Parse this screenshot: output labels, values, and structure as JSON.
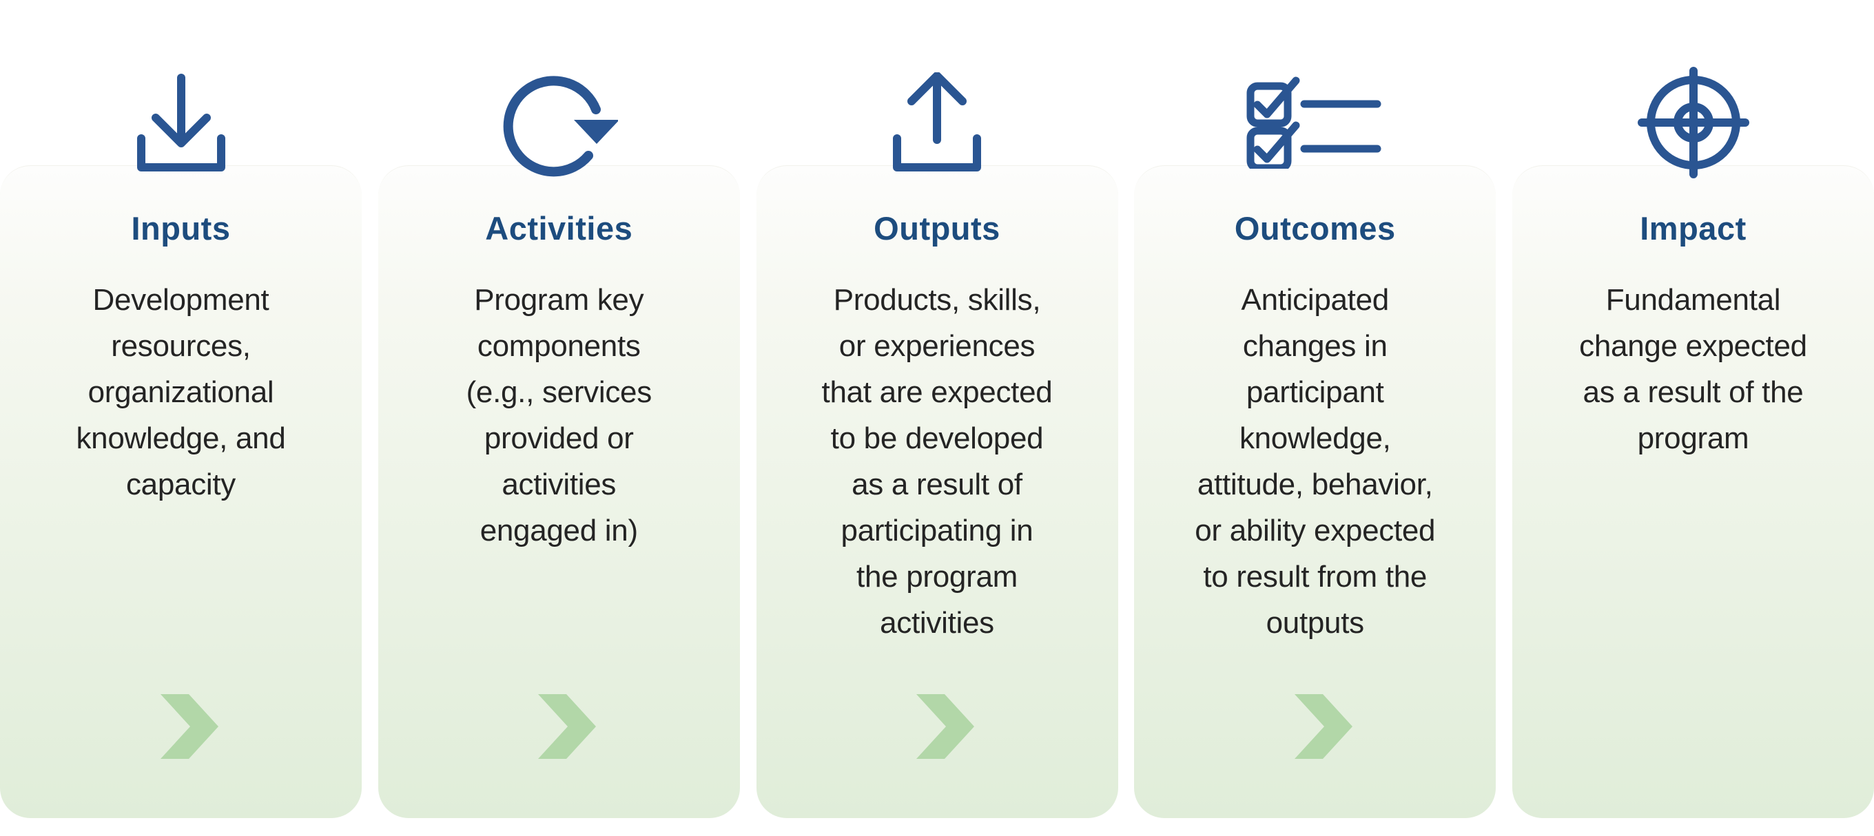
{
  "colors": {
    "icon_blue": "#2a5592",
    "title_blue": "#1d4c7e",
    "body_text": "#242424",
    "chevron_green": "#b2d7a8",
    "card_gradient_top": "#fdfdfc",
    "card_gradient_bottom": "#e0edd9",
    "background": "#ffffff"
  },
  "columns": [
    {
      "title": "Inputs",
      "icon": "download-icon",
      "lines": [
        "Development",
        "resources,",
        "organizational",
        "knowledge, and",
        "capacity"
      ],
      "has_chevron": true
    },
    {
      "title": "Activities",
      "icon": "refresh-clockwise-icon",
      "lines": [
        "Program key",
        "components",
        "(e.g., services",
        "provided or",
        "activities",
        "engaged in)"
      ],
      "has_chevron": true
    },
    {
      "title": "Outputs",
      "icon": "upload-icon",
      "lines": [
        "Products, skills,",
        "or experiences",
        "that are expected",
        "to be developed",
        "as a result of",
        "participating in",
        "the program",
        "activities"
      ],
      "has_chevron": true
    },
    {
      "title": "Outcomes",
      "icon": "checklist-icon",
      "lines": [
        "Anticipated",
        "changes in",
        "participant",
        "knowledge,",
        "attitude, behavior,",
        "or ability expected",
        "to result from the",
        "outputs"
      ],
      "has_chevron": true
    },
    {
      "title": "Impact",
      "icon": "target-icon",
      "lines": [
        "Fundamental",
        "change expected",
        "as a result of the",
        "program"
      ],
      "has_chevron": false
    }
  ]
}
